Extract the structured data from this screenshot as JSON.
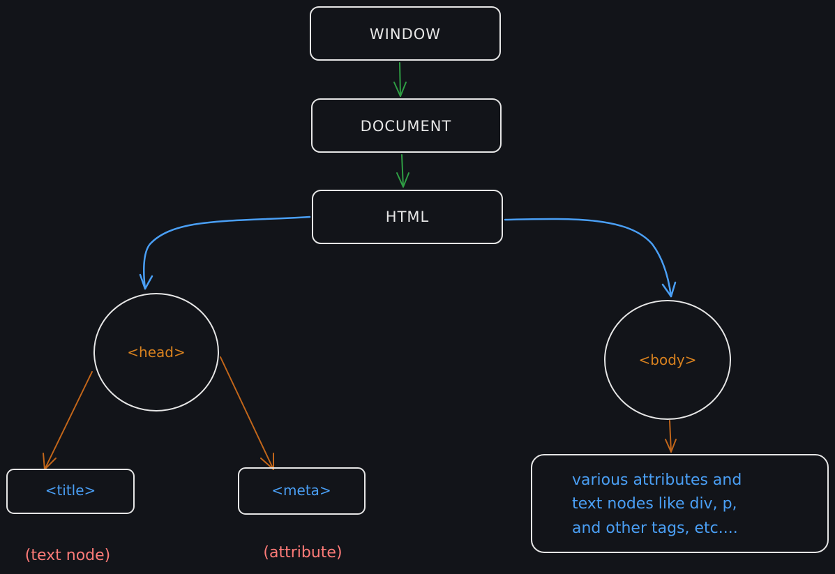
{
  "nodes": {
    "window": "WINDOW",
    "document": "DOCUMENT",
    "html": "HTML",
    "head": "<head>",
    "body": "<body>",
    "title": "<title>",
    "meta": "<meta>"
  },
  "notes": {
    "title_note": "(text node)",
    "meta_note": "(attribute)",
    "body_note": [
      "various attributes and",
      "text nodes like div, p,",
      "and other tags, etc...."
    ]
  },
  "colors": {
    "background": "#121419",
    "stroke": "#e6e6e6",
    "green": "#2f9e44",
    "blue": "#4a9ff5",
    "orange": "#d9821f",
    "pink": "#ff7b78"
  }
}
